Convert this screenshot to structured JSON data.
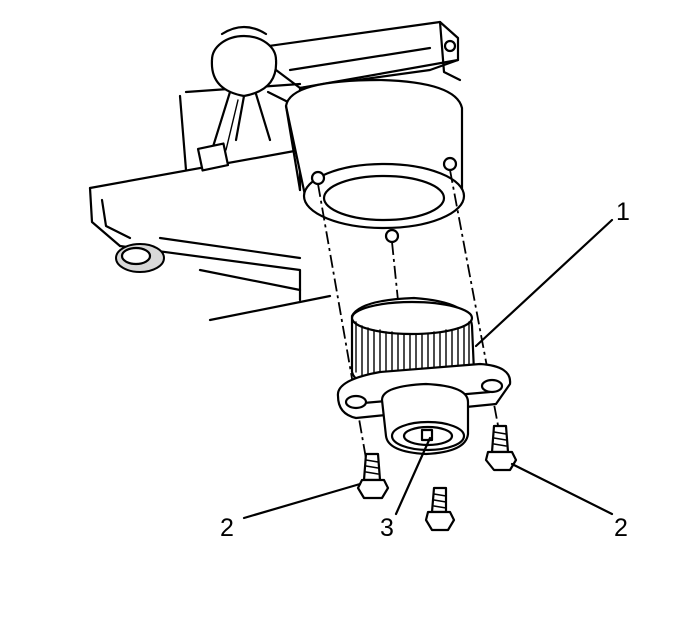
{
  "callouts": {
    "blower_motor": "1",
    "screw_left": "2",
    "screw_right": "2",
    "center_screw": "3"
  }
}
